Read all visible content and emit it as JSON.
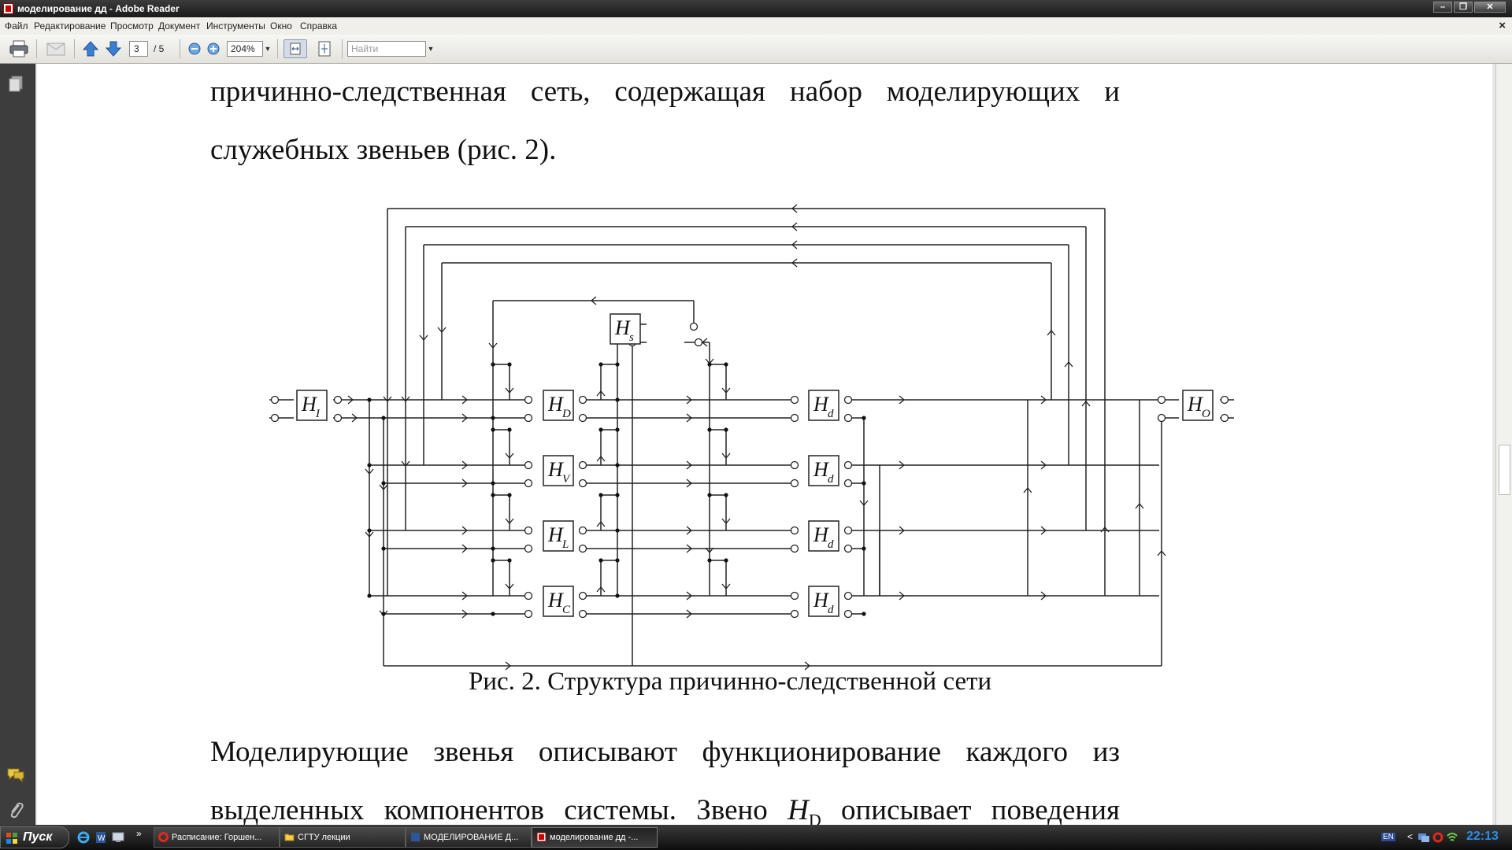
{
  "window": {
    "title": "моделирование дд - Adobe Reader",
    "controls": [
      "minimize",
      "restore",
      "close"
    ]
  },
  "menu": [
    "Файл",
    "Редактирование",
    "Просмотр",
    "Документ",
    "Инструменты",
    "Окно",
    "Справка"
  ],
  "toolbar": {
    "page_current": "3",
    "page_total": "/ 5",
    "zoom": "204%",
    "search_placeholder": "Найти",
    "icons": [
      "print-icon",
      "email-icon",
      "prev-page-icon",
      "next-page-icon",
      "zoom-out-icon",
      "zoom-in-icon",
      "fit-width-icon",
      "fit-page-icon"
    ]
  },
  "leftnav": {
    "icons": [
      "pages-icon",
      "comments-icon",
      "attachments-icon"
    ]
  },
  "document": {
    "para1_line1": "причинно-следственная сеть, содержащая набор моделирующих и",
    "para1_line2": "служебных звеньев (рис. 2).",
    "figure": {
      "blocks": [
        {
          "id": "HI",
          "base": "H",
          "sub": "I"
        },
        {
          "id": "HD",
          "base": "H",
          "sub": "D"
        },
        {
          "id": "HV",
          "base": "H",
          "sub": "V"
        },
        {
          "id": "HL",
          "base": "H",
          "sub": "L"
        },
        {
          "id": "HC",
          "base": "H",
          "sub": "C"
        },
        {
          "id": "Hs",
          "base": "H",
          "sub": "s"
        },
        {
          "id": "Hd1",
          "base": "H",
          "sub": "d"
        },
        {
          "id": "Hd2",
          "base": "H",
          "sub": "d"
        },
        {
          "id": "Hd3",
          "base": "H",
          "sub": "d"
        },
        {
          "id": "Hd4",
          "base": "H",
          "sub": "d"
        },
        {
          "id": "HO",
          "base": "H",
          "sub": "O"
        }
      ]
    },
    "caption": "Рис. 2. Структура причинно-следственной сети",
    "para2_line1": "Моделирующие звенья описывают функционирование каждого из",
    "para2_line2_pre": "выделенных компонентов системы. Звено",
    "para2_line2_sym": "H",
    "para2_line2_sub": "D",
    "para2_line2_post": "описывает поведения"
  },
  "taskbar": {
    "start_label": "Пуск",
    "quicklaunch_icons": [
      "ie-icon",
      "word-icon",
      "desktop-icon"
    ],
    "more_label": "»",
    "tasks": [
      {
        "label": "Расписание: Горшен...",
        "icon": "opera-icon"
      },
      {
        "label": "СГТУ лекции",
        "icon": "folder-icon"
      },
      {
        "label": "МОДЕЛИРОВАНИЕ Д...",
        "icon": "word-icon"
      },
      {
        "label": "моделирование дд -...",
        "icon": "pdf-icon"
      }
    ],
    "tray": {
      "lang": "EN",
      "expand": "<",
      "time": "22:13"
    }
  }
}
